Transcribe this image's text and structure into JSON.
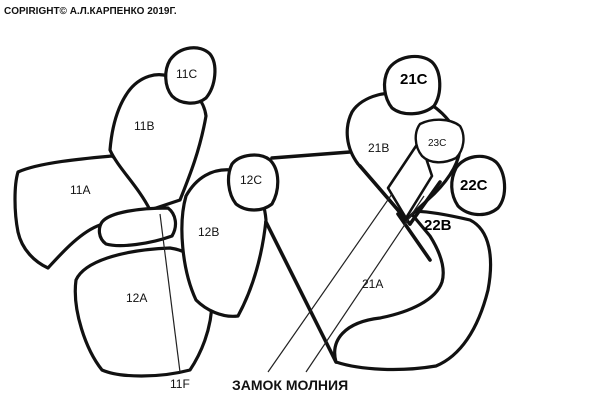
{
  "copyright": "COPIRIGHT© А.Л.КАРПЕНКО 2019Г.",
  "labels": {
    "l11c": "11C",
    "l11b": "11B",
    "l11a": "11A",
    "l11f": "11F",
    "l12a": "12A",
    "l12b": "12B",
    "l12c": "12C",
    "l21c": "21C",
    "l21b": "21B",
    "l21a": "21A",
    "l22c": "22C",
    "l22b": "22B",
    "l23c": "23C"
  },
  "callout": "ЗАМОК МОЛНИЯ",
  "colors": {
    "ink": "#111111",
    "background": "#ffffff"
  }
}
